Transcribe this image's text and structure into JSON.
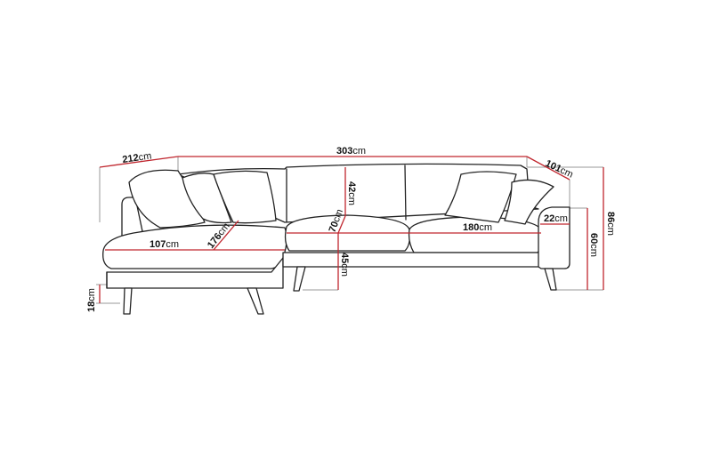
{
  "diagram": {
    "subject": "Corner sofa dimension drawing",
    "colors": {
      "outline": "#222222",
      "dimension_line": "#c0262e",
      "extension_line": "#999999",
      "background": "#ffffff"
    },
    "dimensions": {
      "depth_chaise": {
        "value": "212",
        "unit": "cm"
      },
      "total_width": {
        "value": "303",
        "unit": "cm"
      },
      "depth_sofa": {
        "value": "101",
        "unit": "cm"
      },
      "total_height": {
        "value": "86",
        "unit": "cm"
      },
      "armrest_height": {
        "value": "60",
        "unit": "cm"
      },
      "armrest_width": {
        "value": "22",
        "unit": "cm"
      },
      "backrest_height": {
        "value": "42",
        "unit": "cm"
      },
      "seat_depth": {
        "value": "70",
        "unit": "cm"
      },
      "seat_height": {
        "value": "45",
        "unit": "cm"
      },
      "seat_width": {
        "value": "180",
        "unit": "cm"
      },
      "chaise_width": {
        "value": "107",
        "unit": "cm"
      },
      "chaise_length": {
        "value": "176",
        "unit": "cm"
      },
      "leg_height": {
        "value": "18",
        "unit": "cm"
      }
    }
  }
}
